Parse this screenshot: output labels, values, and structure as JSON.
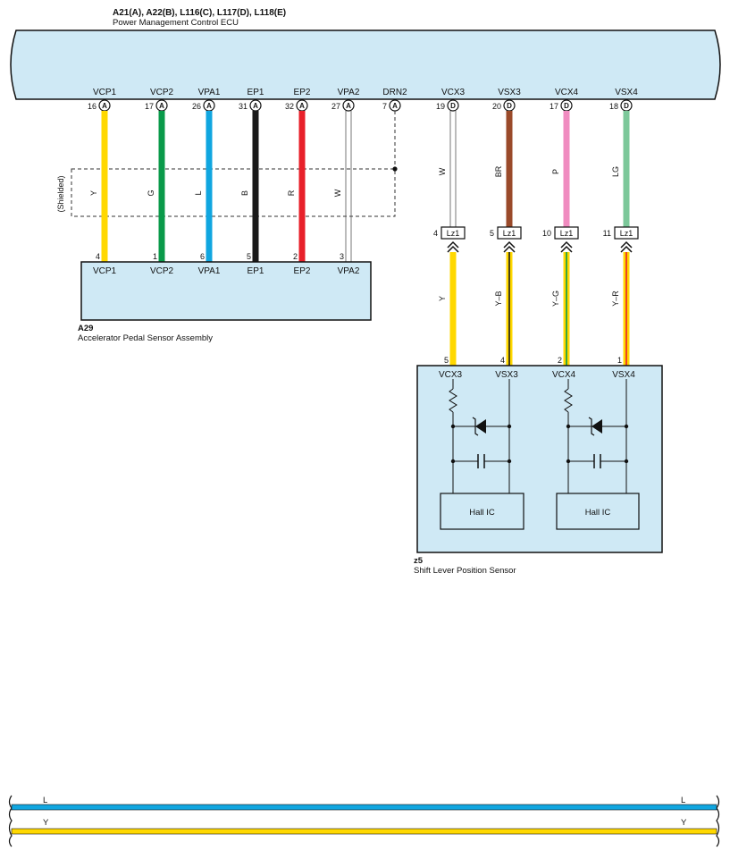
{
  "ecu": {
    "connectors": "A21(A), A22(B), L116(C), L117(D), L118(E)",
    "name": "Power Management Control ECU",
    "terminals": [
      {
        "signal": "VCP1",
        "pin": "16",
        "conn": "A"
      },
      {
        "signal": "VCP2",
        "pin": "17",
        "conn": "A"
      },
      {
        "signal": "VPA1",
        "pin": "26",
        "conn": "A"
      },
      {
        "signal": "EP1",
        "pin": "31",
        "conn": "A"
      },
      {
        "signal": "EP2",
        "pin": "32",
        "conn": "A"
      },
      {
        "signal": "VPA2",
        "pin": "27",
        "conn": "A"
      },
      {
        "signal": "DRN2",
        "pin": "7",
        "conn": "A"
      },
      {
        "signal": "VCX3",
        "pin": "19",
        "conn": "D"
      },
      {
        "signal": "VSX3",
        "pin": "20",
        "conn": "D"
      },
      {
        "signal": "VCX4",
        "pin": "17",
        "conn": "D"
      },
      {
        "signal": "VSX4",
        "pin": "18",
        "conn": "D"
      }
    ]
  },
  "shielded_label": "(Shielded)",
  "wires_a29": [
    {
      "code": "Y",
      "color": "#ffd800"
    },
    {
      "code": "G",
      "color": "#0a9a4a"
    },
    {
      "code": "L",
      "color": "#10a6e0"
    },
    {
      "code": "B",
      "color": "#1a1a1a"
    },
    {
      "code": "R",
      "color": "#e8202a"
    },
    {
      "code": "W",
      "color": "#ffffff"
    }
  ],
  "wires_upper_z5": [
    {
      "code": "W",
      "color": "#ffffff"
    },
    {
      "code": "BR",
      "color": "#9a4a2a"
    },
    {
      "code": "P",
      "color": "#f08cc0"
    },
    {
      "code": "LG",
      "color": "#7cc89a"
    }
  ],
  "junction": {
    "label": "Lz1",
    "pins": [
      "4",
      "5",
      "10",
      "11"
    ]
  },
  "wires_lower_z5": [
    {
      "code": "Y",
      "color": "#ffd800",
      "stripe": ""
    },
    {
      "code": "Y–B",
      "color": "#ffd800",
      "stripe": "#1a1a1a"
    },
    {
      "code": "Y–G",
      "color": "#ffd800",
      "stripe": "#0a9a4a"
    },
    {
      "code": "Y–R",
      "color": "#ffd800",
      "stripe": "#e8202a"
    }
  ],
  "a29": {
    "code": "A29",
    "name": "Accelerator Pedal Sensor Assembly",
    "pins": [
      {
        "pin": "4",
        "signal": "VCP1"
      },
      {
        "pin": "1",
        "signal": "VCP2"
      },
      {
        "pin": "6",
        "signal": "VPA1"
      },
      {
        "pin": "5",
        "signal": "EP1"
      },
      {
        "pin": "2",
        "signal": "EP2"
      },
      {
        "pin": "3",
        "signal": "VPA2"
      }
    ]
  },
  "z5": {
    "code": "z5",
    "name": "Shift Lever Position Sensor",
    "pins": [
      {
        "pin": "5",
        "signal": "VCX3"
      },
      {
        "pin": "4",
        "signal": "VSX3"
      },
      {
        "pin": "2",
        "signal": "VCX4"
      },
      {
        "pin": "1",
        "signal": "VSX4"
      }
    ],
    "ic_label_1": "Hall IC",
    "ic_label_2": "Hall IC"
  },
  "bottom_bus": {
    "line1": {
      "code": "L",
      "color": "#10a6e0"
    },
    "line2": {
      "code": "Y",
      "color": "#ffd800"
    }
  },
  "colors": {
    "box_fill": "#cfe9f5",
    "outline": "#111111"
  }
}
